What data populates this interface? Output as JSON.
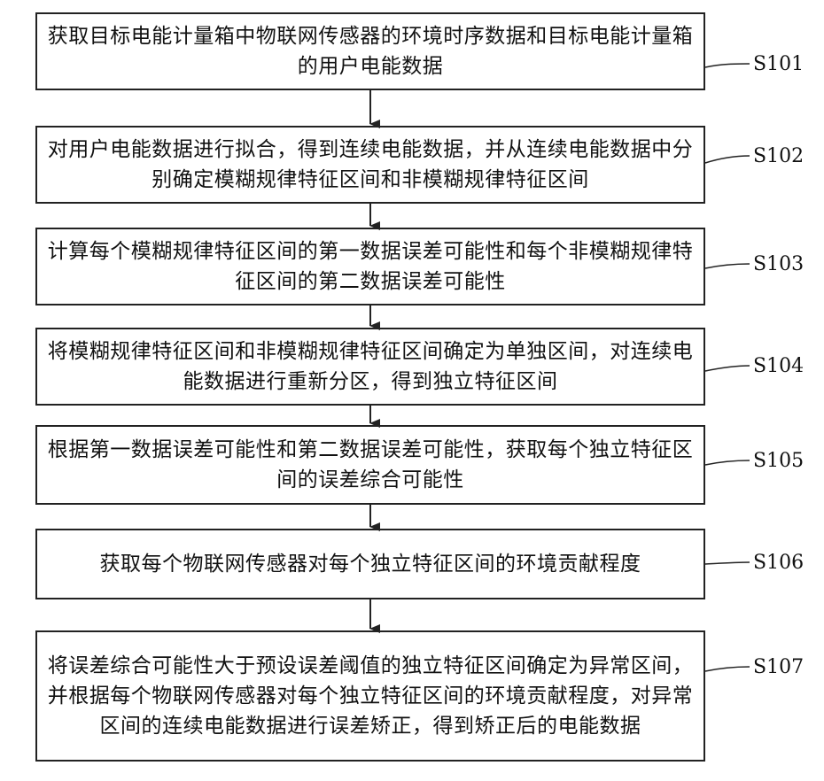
{
  "flowchart": {
    "steps": [
      {
        "id": "S101",
        "text": "获取目标电能计量箱中物联网传感器的环境时序数据和目标电能计量箱的用户电能数据"
      },
      {
        "id": "S102",
        "text": "对用户电能数据进行拟合，得到连续电能数据，并从连续电能数据中分别确定模糊规律特征区间和非模糊规律特征区间"
      },
      {
        "id": "S103",
        "text": "计算每个模糊规律特征区间的第一数据误差可能性和每个非模糊规律特征区间的第二数据误差可能性"
      },
      {
        "id": "S104",
        "text": "将模糊规律特征区间和非模糊规律特征区间确定为单独区间，对连续电能数据进行重新分区，得到独立特征区间"
      },
      {
        "id": "S105",
        "text": "根据第一数据误差可能性和第二数据误差可能性，获取每个独立特征区间的误差综合可能性"
      },
      {
        "id": "S106",
        "text": "获取每个物联网传感器对每个独立特征区间的环境贡献程度"
      },
      {
        "id": "S107",
        "text": "将误差综合可能性大于预设误差阈值的独立特征区间确定为异常区间，并根据每个物联网传感器对每个独立特征区间的环境贡献程度，对异常区间的连续电能数据进行误差矫正，得到矫正后的电能数据"
      }
    ],
    "colors": {
      "stroke": "#222222",
      "background": "#ffffff"
    }
  }
}
